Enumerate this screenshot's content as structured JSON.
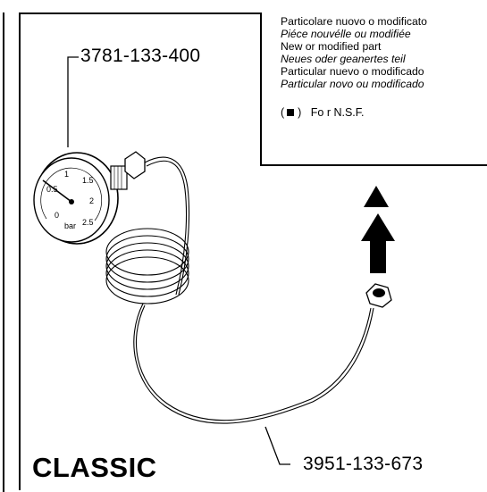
{
  "legend": {
    "lines": [
      {
        "text": "Particolare nuovo o modificato",
        "italic": false
      },
      {
        "text": "Piéce nouvélle ou modifiée",
        "italic": true
      },
      {
        "text": "New or modified part",
        "italic": false
      },
      {
        "text": "Neues oder geanertes teil",
        "italic": true
      },
      {
        "text": "Particular nuevo o modificado",
        "italic": false
      },
      {
        "text": "Particular novo ou modificado",
        "italic": true
      }
    ],
    "nsf_open": "(",
    "nsf_close": ")",
    "nsf_label": "Fo r N.S.F."
  },
  "parts": {
    "gauge_number": "3781-133-400",
    "capillary_number": "3951-133-673"
  },
  "gauge": {
    "ticks": [
      "0",
      "0.5",
      "1",
      "1.5",
      "2",
      "2.5"
    ],
    "unit": "bar"
  },
  "model_name": "CLASSIC",
  "colors": {
    "ink": "#000000",
    "paper": "#ffffff"
  },
  "icons": {
    "arrow": "arrow-up-icon",
    "triangle": "triangle-up-icon",
    "nsf_marker": "filled-square-icon"
  }
}
